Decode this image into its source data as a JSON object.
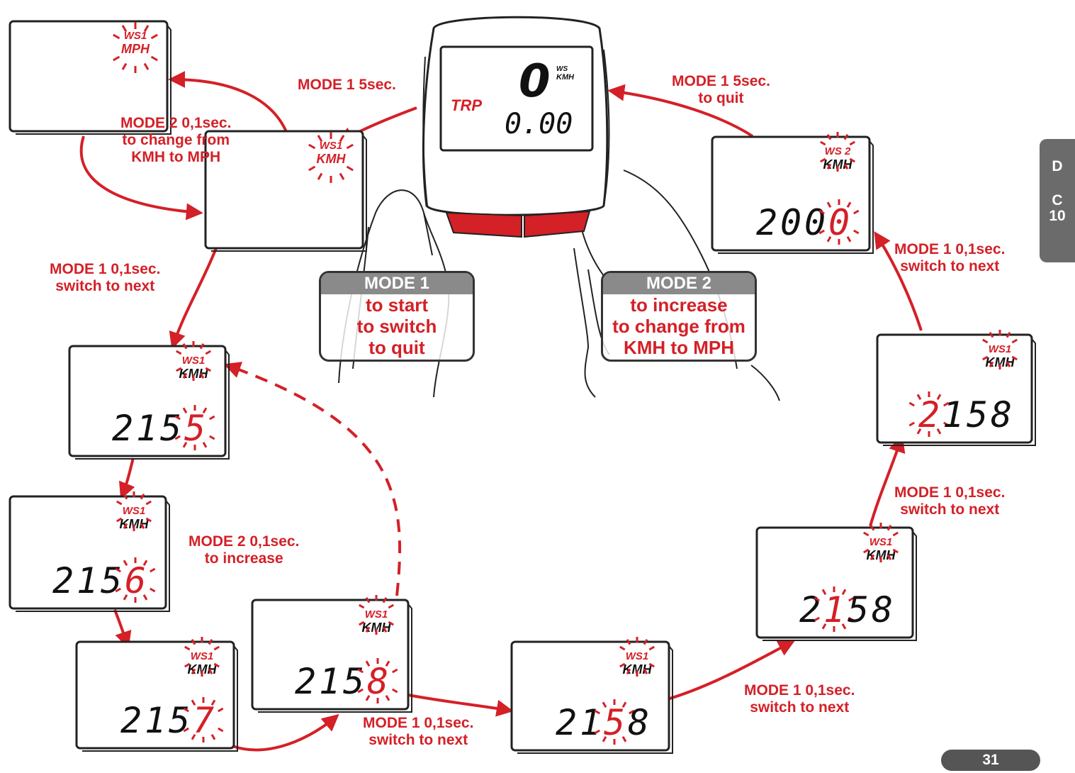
{
  "device": {
    "trip_label": "TRP",
    "speed_value": "0",
    "speed_unit_top": "WS",
    "speed_unit": "KMH",
    "distance_value": "0.00"
  },
  "buttons": [
    {
      "title": "MODE 1",
      "lines": [
        "to start",
        "to switch",
        "to quit"
      ]
    },
    {
      "title": "MODE 2",
      "lines": [
        "to increase",
        "to change from",
        "KMH to MPH"
      ]
    }
  ],
  "screens": {
    "mph": {
      "top": "WS1",
      "unit": "MPH"
    },
    "kmh": {
      "top": "WS1",
      "unit": "KMH"
    },
    "s2155": {
      "top": "WS1",
      "unit": "KMH",
      "digits": [
        "2",
        "1",
        "5",
        "5"
      ]
    },
    "s2156": {
      "top": "WS1",
      "unit": "KMH",
      "digits": [
        "2",
        "1",
        "5",
        "6"
      ]
    },
    "s2157": {
      "top": "WS1",
      "unit": "KMH",
      "digits": [
        "2",
        "1",
        "5",
        "7"
      ]
    },
    "s2158a": {
      "top": "WS1",
      "unit": "KMH",
      "digits": [
        "2",
        "1",
        "5",
        "8"
      ]
    },
    "s2158b": {
      "top": "WS1",
      "unit": "KMH",
      "digits": [
        "2",
        "1",
        "5",
        "8"
      ]
    },
    "s2158c": {
      "top": "WS1",
      "unit": "KMH",
      "digits": [
        "2",
        "1",
        "5",
        "8"
      ]
    },
    "s2158d": {
      "top": "WS1",
      "unit": "KMH",
      "digits": [
        "2",
        "1",
        "5",
        "8"
      ]
    },
    "s2000": {
      "top": "WS 2",
      "unit": "KMH",
      "digits": [
        "2",
        "0",
        "0",
        "0"
      ]
    }
  },
  "annotations": {
    "mode1_5sec_left": [
      "MODE 1  5sec."
    ],
    "mode2_change": [
      "MODE 2  0,1sec.",
      "to change from",
      "KMH to MPH"
    ],
    "mode1_next_left": [
      "MODE 1  0,1sec.",
      "switch to next"
    ],
    "mode2_increase": [
      "MODE 2  0,1sec.",
      "to increase"
    ],
    "mode1_next_bottom": [
      "MODE 1  0,1sec.",
      "switch to next"
    ],
    "mode1_next_bottom_right": [
      "MODE 1  0,1sec.",
      "switch to next"
    ],
    "mode1_next_right_low": [
      "MODE 1  0,1sec.",
      "switch to next"
    ],
    "mode1_next_right_high": [
      "MODE 1  0,1sec.",
      "switch to next"
    ],
    "mode1_5sec_quit": [
      "MODE 1  5sec.",
      "to quit"
    ]
  },
  "side_tab": [
    "D",
    "C",
    "10"
  ],
  "page_number": "31",
  "colors": {
    "accent": "#d42027",
    "lcd_border": "#222222",
    "tab": "#6b6b6b"
  }
}
